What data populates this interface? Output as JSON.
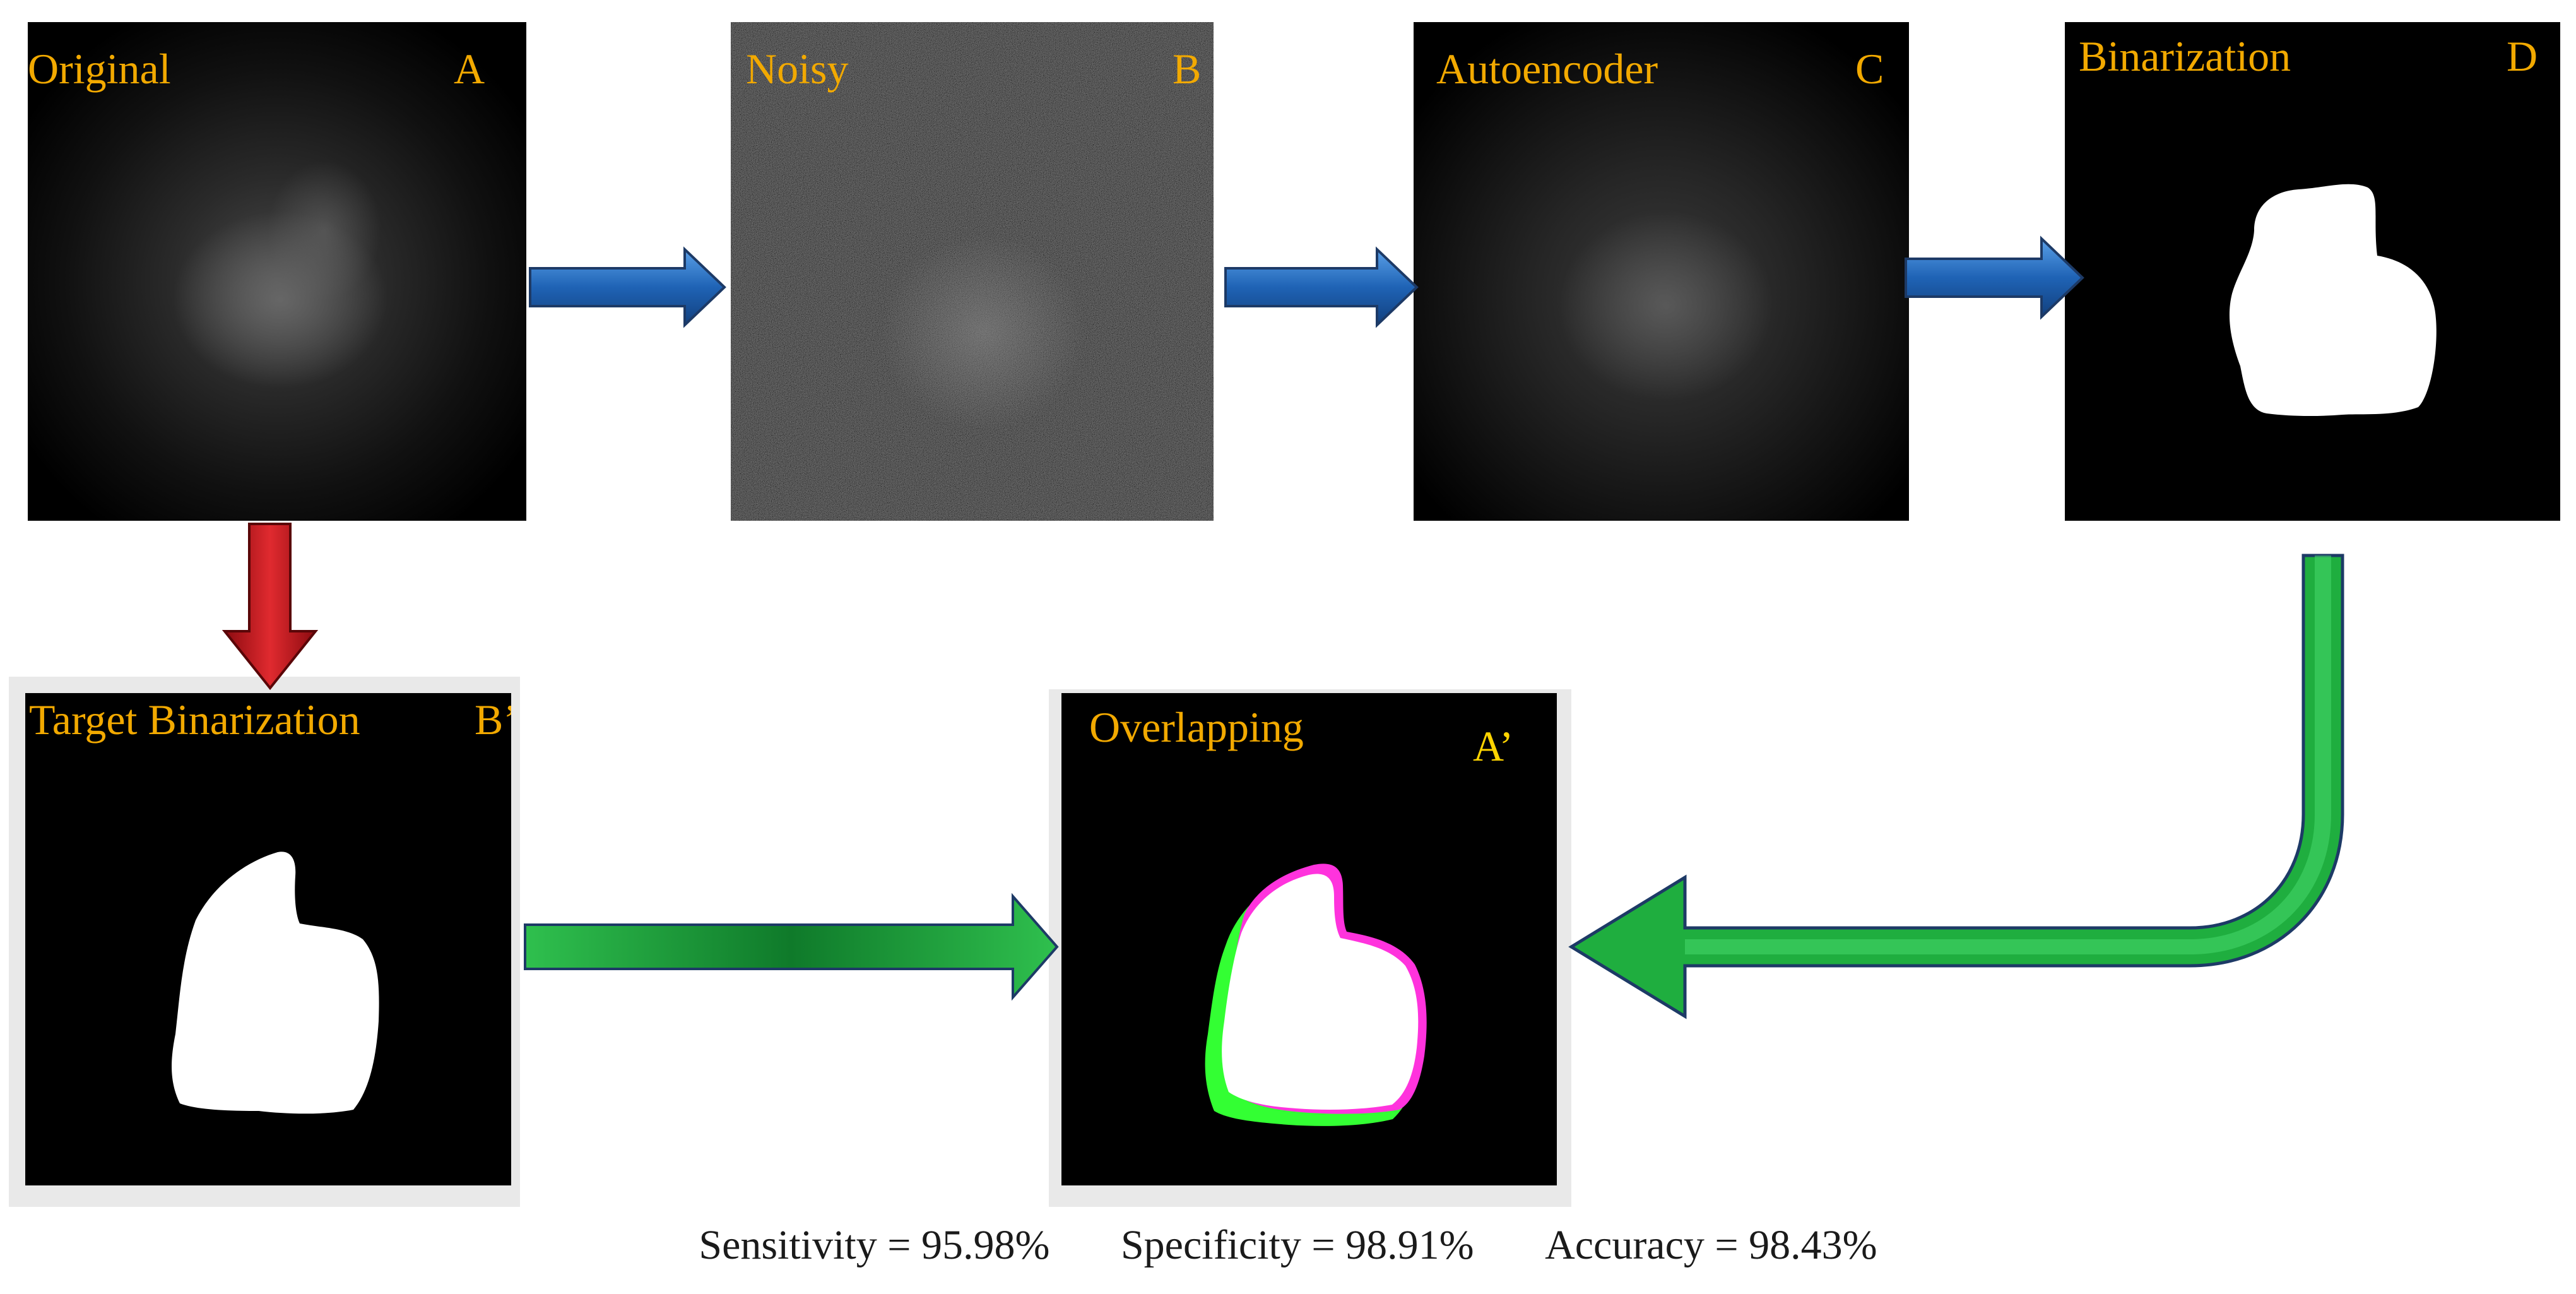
{
  "panels": {
    "original": {
      "title": "Original",
      "letter": "A"
    },
    "noisy": {
      "title": "Noisy",
      "letter": "B"
    },
    "autoencoder": {
      "title": "Autoencoder",
      "letter": "C"
    },
    "binarization": {
      "title": "Binarization",
      "letter": "D"
    },
    "target": {
      "title": "Target Binarization",
      "letter": "B’"
    },
    "overlap": {
      "title": "Overlapping",
      "letter": "A’"
    }
  },
  "metrics": {
    "sensitivity": "Sensitivity = 95.98%",
    "specificity": "Specificity = 98.91%",
    "accuracy": "Accuracy = 98.43%"
  },
  "colors": {
    "label": "#f2a900",
    "letter_overlap": "#ffd400",
    "blue_arrow": "#1f63b5",
    "red_arrow": "#c4141b",
    "green_arrow": "#1fae3f",
    "overlap_fp": "#ff33dd",
    "overlap_fn": "#33ff33"
  }
}
